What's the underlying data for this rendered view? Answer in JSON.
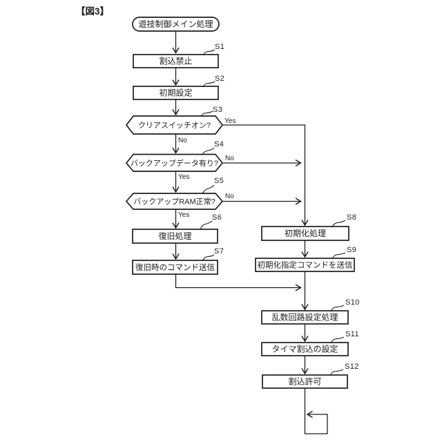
{
  "figure_label": "【図3】",
  "nodes": {
    "start": {
      "label": "遊技制御メイン処理"
    },
    "s1": {
      "id": "S1",
      "label": "割込禁止"
    },
    "s2": {
      "id": "S2",
      "label": "初期設定"
    },
    "s3": {
      "id": "S3",
      "label": "クリアスイッチオン?"
    },
    "s4": {
      "id": "S4",
      "label": "バックアップデータ有り?"
    },
    "s5": {
      "id": "S5",
      "label": "バックアップRAM正常?"
    },
    "s6": {
      "id": "S6",
      "label": "復旧処理"
    },
    "s7": {
      "id": "S7",
      "label": "復旧時のコマンド送信"
    },
    "s8": {
      "id": "S8",
      "label": "初期化処理"
    },
    "s9": {
      "id": "S9",
      "label": "初期化指定コマンドを送信"
    },
    "s10": {
      "id": "S10",
      "label": "乱数回路設定処理"
    },
    "s11": {
      "id": "S11",
      "label": "タイマ割込の設定"
    },
    "s12": {
      "id": "S12",
      "label": "割込許可"
    }
  },
  "edges": {
    "s3_yes": "Yes",
    "s3_no": "No",
    "s4_no": "No",
    "s4_yes": "Yes",
    "s5_no": "No",
    "s5_yes": "Yes"
  },
  "colors": {
    "line": "#1c1c1c",
    "background": "#ffffff"
  }
}
